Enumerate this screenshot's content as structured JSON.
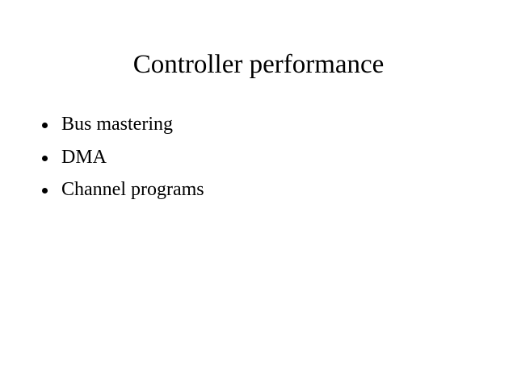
{
  "slide": {
    "title": "Controller performance",
    "bullets": [
      {
        "text": "Bus mastering",
        "icon": "bullet-dot-icon"
      },
      {
        "text": "DMA",
        "icon": "bullet-dot-icon"
      },
      {
        "text": "Channel programs",
        "icon": "bullet-dot-icon"
      }
    ]
  }
}
